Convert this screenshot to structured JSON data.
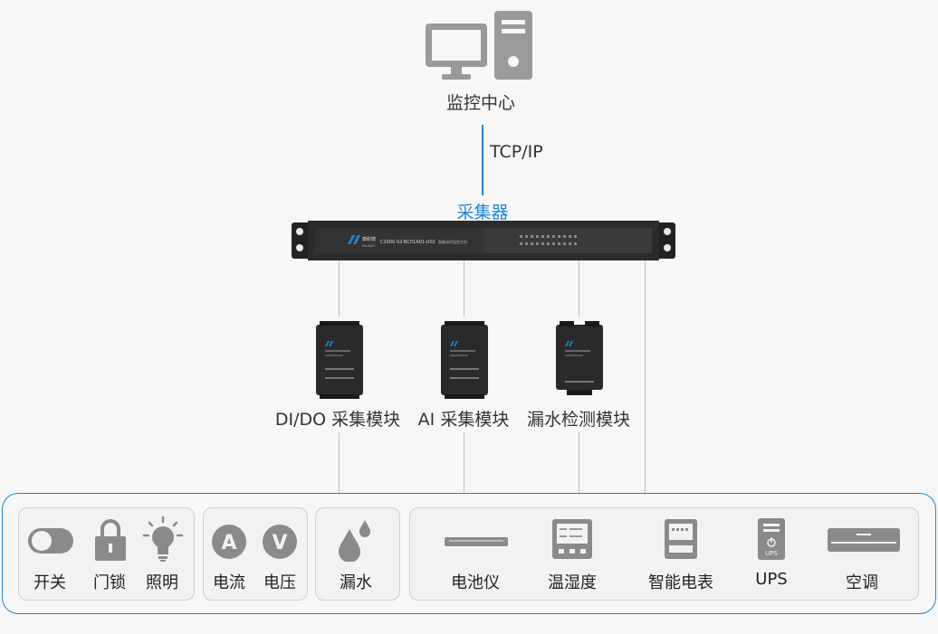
{
  "monitor_center": {
    "label": "监控中心",
    "link_label": "TCP/IP"
  },
  "collector": {
    "label": "采集器",
    "device_text": "C2000-S2-BC01A01-U02",
    "device_subtext": "智能动环监控主机",
    "brand": "康耐德",
    "brand_en": "KonNaD"
  },
  "modules": [
    {
      "label": "DI/DO 采集模块"
    },
    {
      "label": "AI 采集模块"
    },
    {
      "label": "漏水检测模块"
    }
  ],
  "groups": [
    {
      "items": [
        {
          "label": "开关",
          "icon": "toggle-switch-icon"
        },
        {
          "label": "门锁",
          "icon": "padlock-icon"
        },
        {
          "label": "照明",
          "icon": "light-bulb-icon"
        }
      ]
    },
    {
      "items": [
        {
          "label": "电流",
          "icon": "ammeter-icon",
          "glyph": "A"
        },
        {
          "label": "电压",
          "icon": "voltmeter-icon",
          "glyph": "V"
        }
      ]
    },
    {
      "items": [
        {
          "label": "漏水",
          "icon": "water-drops-icon"
        }
      ]
    },
    {
      "items": [
        {
          "label": "电池仪",
          "icon": "battery-meter-icon"
        },
        {
          "label": "温湿度",
          "icon": "thermo-hygrometer-icon"
        },
        {
          "label": "智能电表",
          "icon": "smart-meter-icon"
        },
        {
          "label": "UPS",
          "icon": "ups-icon",
          "glyph": "UPS"
        },
        {
          "label": "空调",
          "icon": "air-conditioner-icon"
        }
      ]
    }
  ],
  "colors": {
    "accent": "#1b86d6",
    "icon_gray": "#8a8a8a",
    "line_gray": "#bdbdbd",
    "device_dark": "#2b2b2b"
  }
}
